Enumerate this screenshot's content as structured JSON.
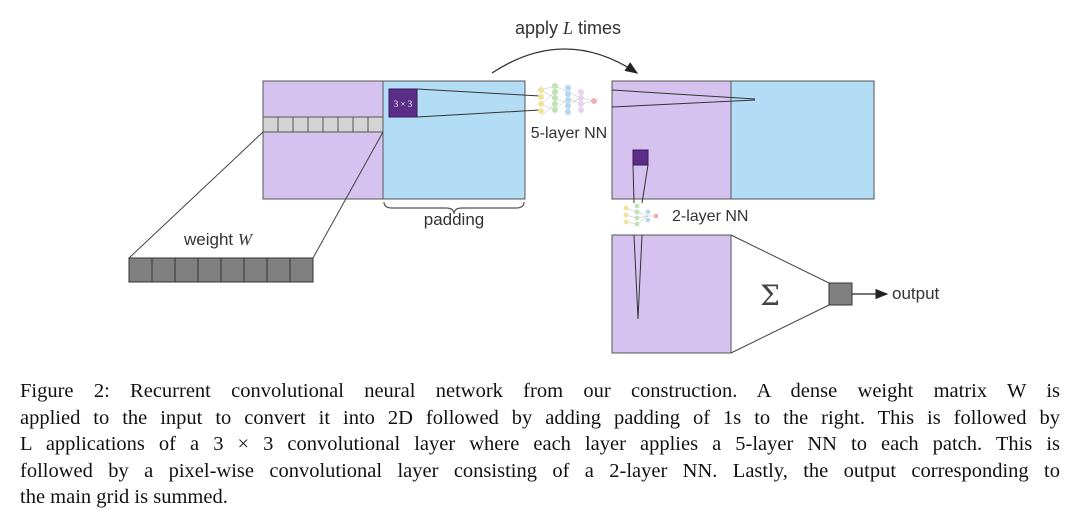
{
  "figure": {
    "apply_label_pre": "apply ",
    "apply_label_var": "L",
    "apply_label_post": " times",
    "kernel_label": "3 × 3",
    "five_layer_label": "5-layer NN",
    "two_layer_label": "2-layer NN",
    "padding_label": "padding",
    "weight_label_pre": "weight ",
    "weight_label_var": "W",
    "sum_symbol": "Σ",
    "output_label": "output",
    "colors": {
      "grid_purple": "#d5c2ef",
      "padding_blue": "#b3dcf5",
      "kernel_dark": "#5a2d86",
      "weight_gray": "#808080"
    }
  },
  "caption": {
    "line1": "Figure 2: Recurrent convolutional neural network from our construction. A dense weight matrix W is",
    "line2": "applied to the input to convert it into 2D followed by adding padding of 1s to the right. This is followed by",
    "line3": "L applications of a 3 × 3 convolutional layer where each layer applies a 5-layer NN to each patch. This is",
    "line4": "followed by a pixel-wise convolutional layer consisting of a 2-layer NN. Lastly, the output corresponding to",
    "line5": "the main grid is summed."
  }
}
